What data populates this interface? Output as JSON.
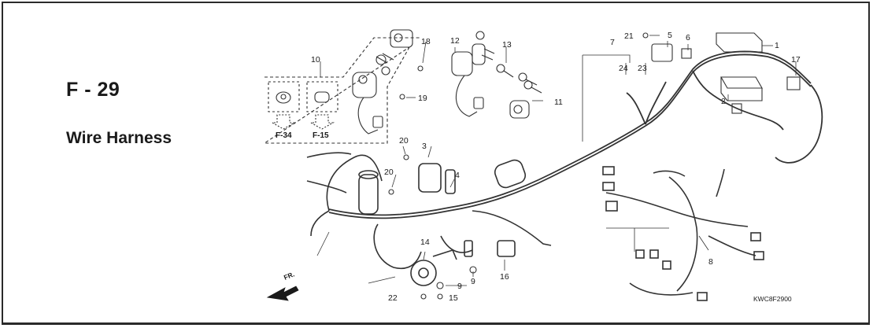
{
  "header": {
    "page_id": "F - 29",
    "title": "Wire Harness"
  },
  "diagram": {
    "callouts": [
      "1",
      "2",
      "3",
      "4",
      "5",
      "6",
      "7",
      "8",
      "9",
      "9",
      "10",
      "11",
      "12",
      "13",
      "14",
      "15",
      "16",
      "17",
      "18",
      "19",
      "20",
      "20",
      "21",
      "22",
      "23",
      "24"
    ],
    "cross_refs": [
      "F-34",
      "F-15"
    ],
    "direction_label": "FR.",
    "drawing_code": "KWC8F2900"
  }
}
